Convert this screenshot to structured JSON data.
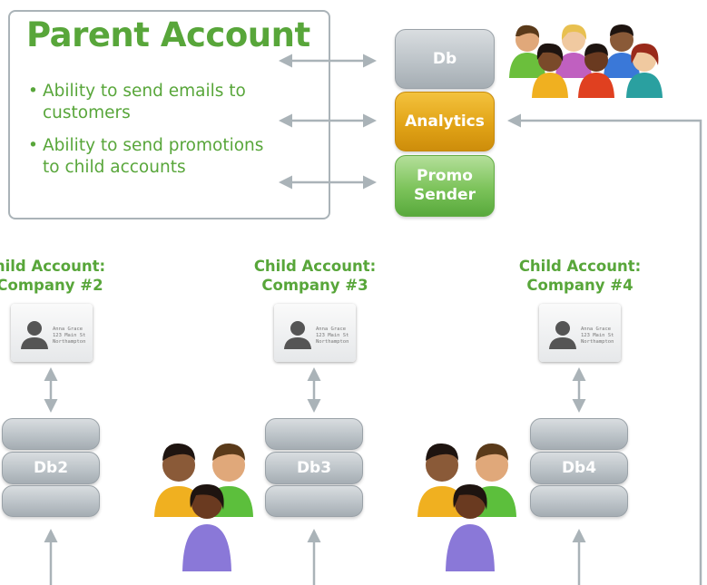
{
  "parent": {
    "title": "Parent Account",
    "bullets": [
      [
        "Ability to send emails to",
        "customers"
      ],
      [
        "Ability to send promotions",
        "to child accounts"
      ]
    ]
  },
  "stack": {
    "db": "Db",
    "analytics": "Analytics",
    "promo": [
      "Promo",
      "Sender"
    ]
  },
  "children": [
    {
      "title": [
        "hild Account:",
        "Company #2"
      ],
      "db": "Db2"
    },
    {
      "title": [
        "Child Account:",
        "Company #3"
      ],
      "db": "Db3"
    },
    {
      "title": [
        "Child Account:",
        "Company #4"
      ],
      "db": "Db4"
    }
  ],
  "card": {
    "lines": [
      "Anna Grace",
      "123 Main St",
      "Northampton"
    ]
  },
  "colors": {
    "green": "#58a63a",
    "grey": "#aab3b8",
    "gold": "#e2a417"
  }
}
